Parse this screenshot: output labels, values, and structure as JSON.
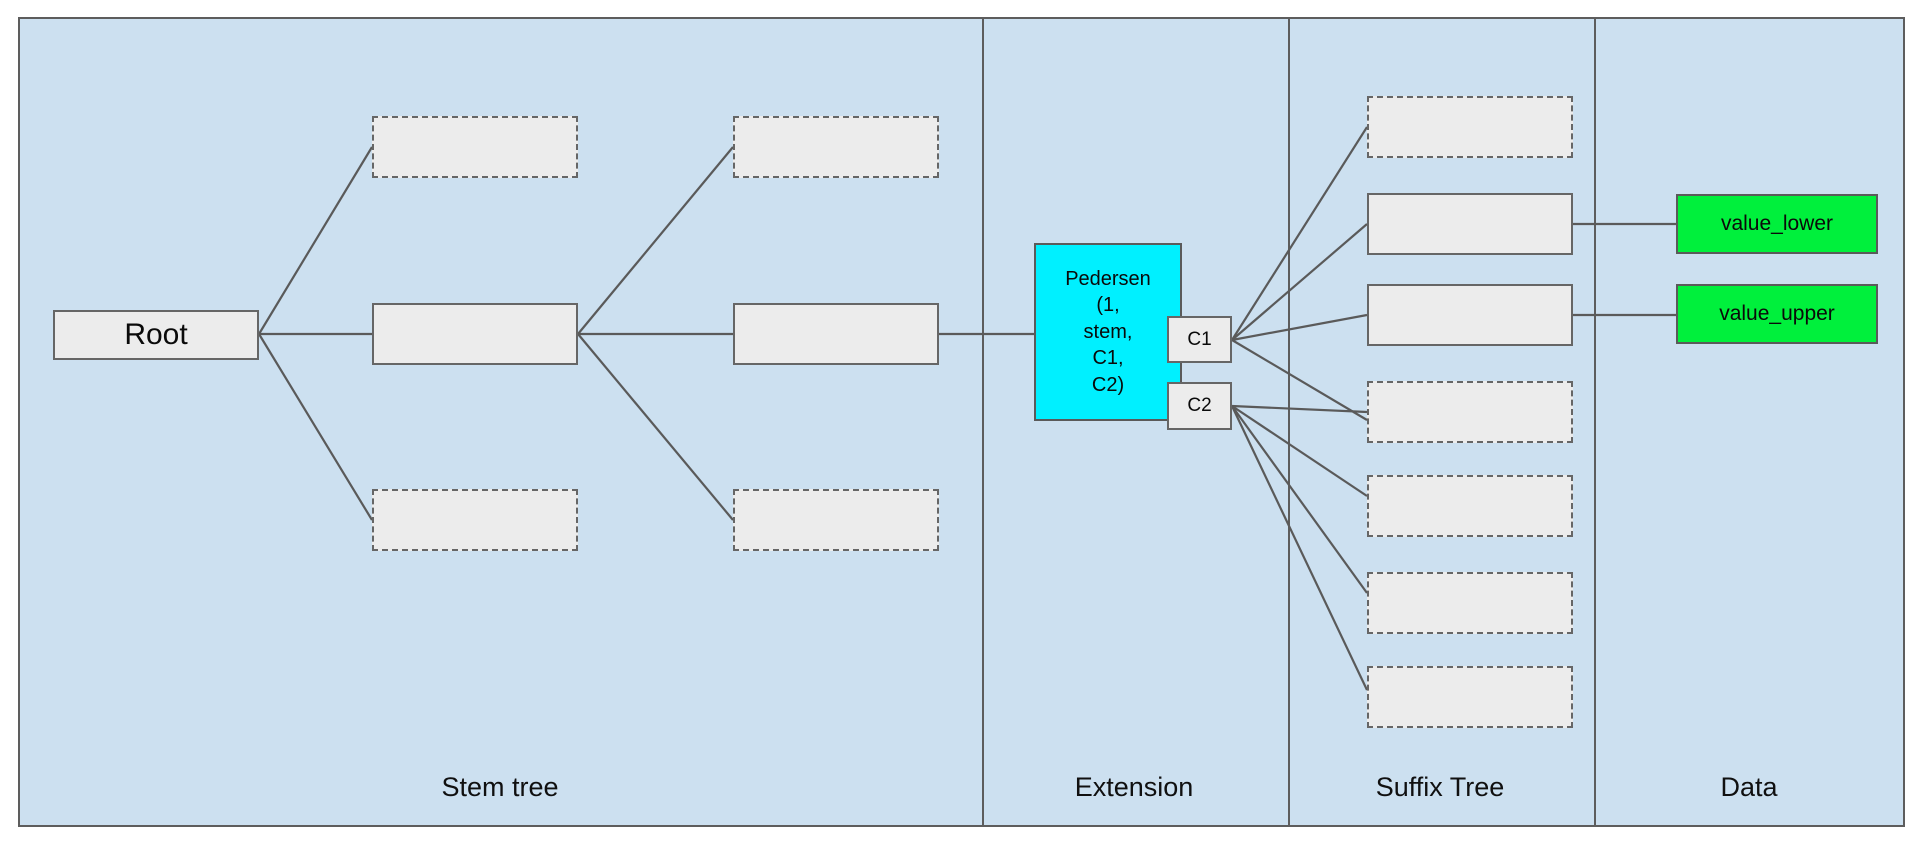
{
  "diagram": {
    "title": "Verkle-style stem tree with Pedersen extension, suffix tree and data leaves",
    "background_color": "#cce0f0",
    "frame_border_color": "#5d5d5d",
    "node_fill": "#ececec",
    "node_border": "#666666",
    "pedersen_color": "#00f0ff",
    "data_color": "#00f03c",
    "edge_color": "#5a5a5a"
  },
  "panels": [
    {
      "id": "stem-tree",
      "label": "Stem tree"
    },
    {
      "id": "extension",
      "label": "Extension"
    },
    {
      "id": "suffix-tree",
      "label": "Suffix Tree"
    },
    {
      "id": "data",
      "label": "Data"
    }
  ],
  "stem_tree": {
    "root": {
      "label": "Root"
    },
    "level1": [
      {
        "label": "",
        "style": "dashed"
      },
      {
        "label": "",
        "style": "solid"
      },
      {
        "label": "",
        "style": "dashed"
      }
    ],
    "level2": [
      {
        "label": "",
        "style": "dashed"
      },
      {
        "label": "",
        "style": "solid"
      },
      {
        "label": "",
        "style": "dashed"
      }
    ]
  },
  "extension": {
    "pedersen": {
      "lines": [
        "Pedersen",
        "(1,",
        "stem,",
        "C1,",
        "C2)"
      ],
      "text": "Pedersen (1, stem, C1, C2)"
    },
    "commitments": [
      {
        "label": "C1"
      },
      {
        "label": "C2"
      }
    ]
  },
  "suffix_tree": {
    "nodes": [
      {
        "label": "",
        "style": "dashed",
        "parent": "C1"
      },
      {
        "label": "",
        "style": "solid",
        "parent": "C1"
      },
      {
        "label": "",
        "style": "solid",
        "parent": "C1"
      },
      {
        "label": "",
        "style": "dashed",
        "parent": "C1"
      },
      {
        "label": "",
        "style": "dashed",
        "parent": "C2"
      },
      {
        "label": "",
        "style": "dashed",
        "parent": "C2"
      },
      {
        "label": "",
        "style": "dashed",
        "parent": "C2"
      }
    ]
  },
  "data": {
    "values": [
      {
        "label": "value_lower"
      },
      {
        "label": "value_upper"
      }
    ]
  }
}
